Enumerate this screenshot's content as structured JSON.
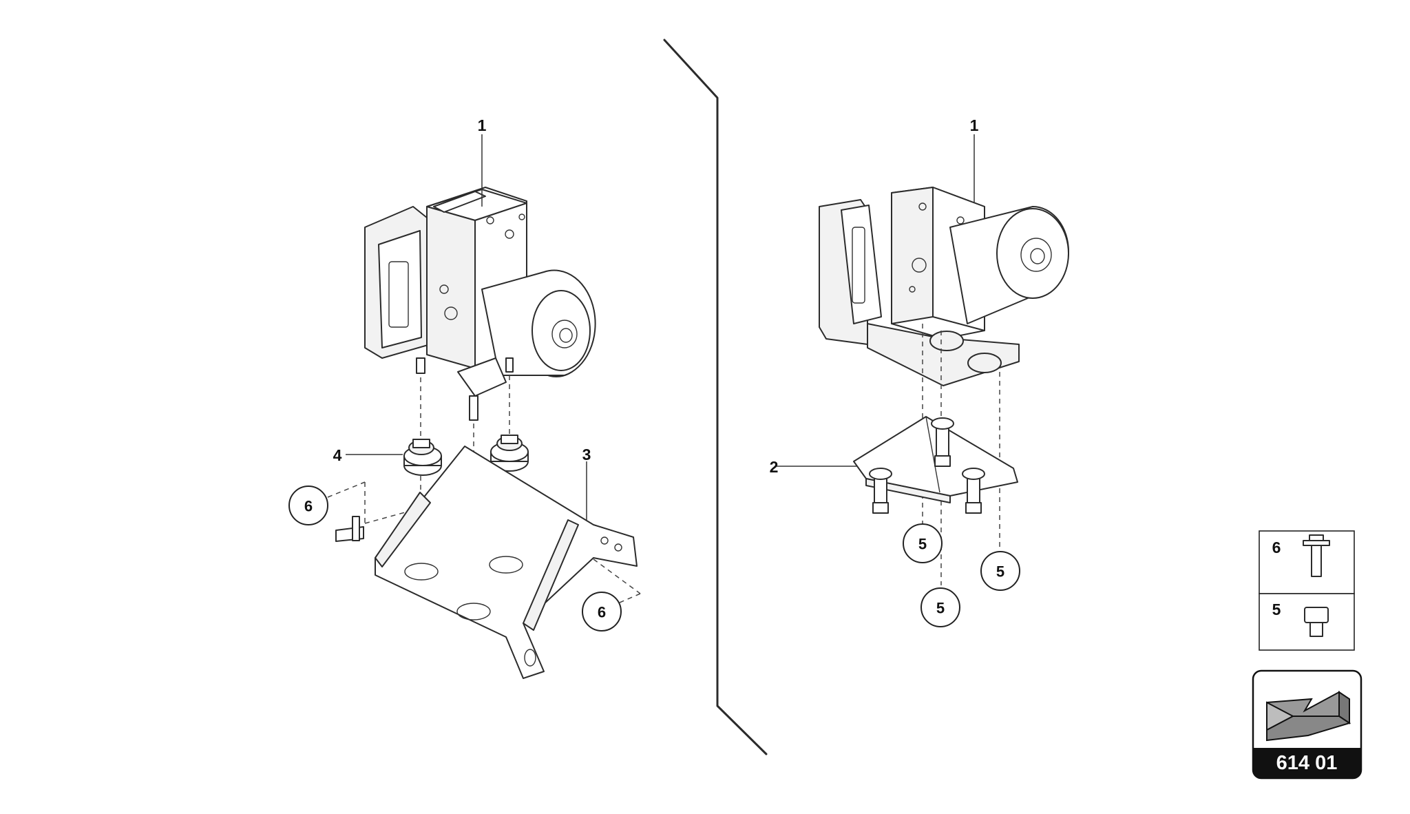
{
  "diagram": {
    "left_view": {
      "callouts": {
        "pump_label": "1",
        "mount_label": "4",
        "bracket_label": "3",
        "bolt_upper_label": "6",
        "bolt_lower_label": "6"
      }
    },
    "right_view": {
      "callouts": {
        "pump_label": "1",
        "bracket_label": "2",
        "nut_a_label": "5",
        "nut_b_label": "5",
        "nut_c_label": "5"
      }
    },
    "legend": {
      "rows": [
        {
          "number": "6",
          "icon": "bolt-icon"
        },
        {
          "number": "5",
          "icon": "nut-icon"
        }
      ]
    },
    "reference_badge": {
      "code": "614 01",
      "icon": "arrow-icon",
      "accent_color": "#999999",
      "badge_color": "#111111"
    }
  }
}
